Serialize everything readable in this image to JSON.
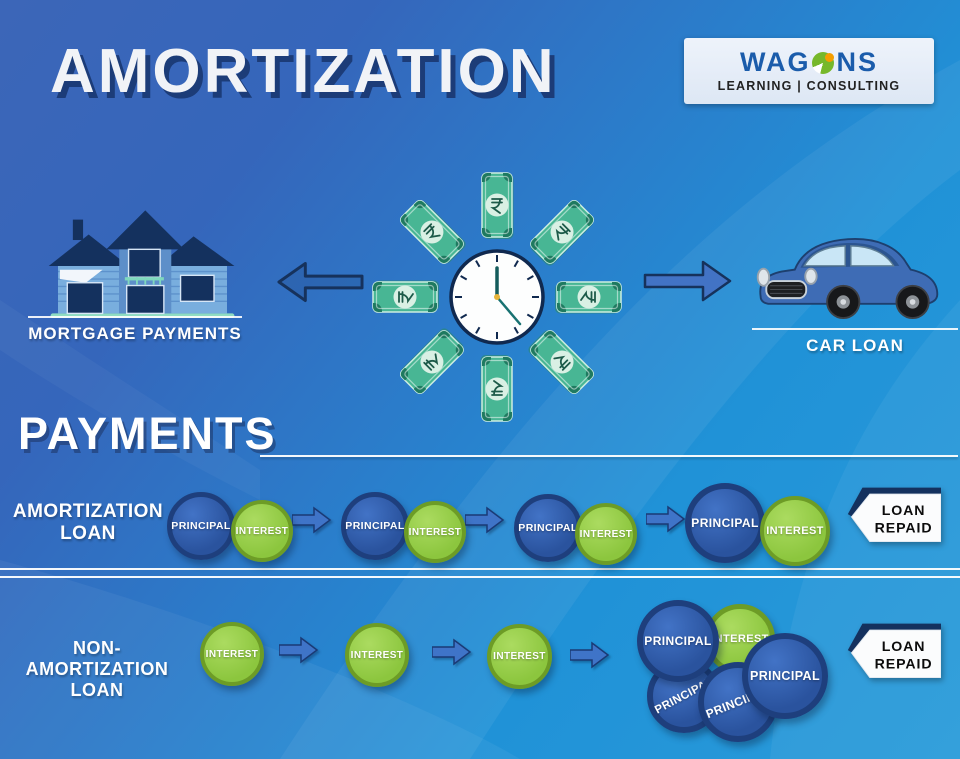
{
  "header": {
    "title": "AMORTIZATION"
  },
  "logo": {
    "brand_part1": "WAG",
    "brand_part2": "NS",
    "tagline": "LEARNING | CONSULTING"
  },
  "flow": {
    "mortgage_label": "MORTGAGE PAYMENTS",
    "car_label": "CAR LOAN"
  },
  "payments": {
    "heading": "PAYMENTS",
    "rows": [
      {
        "label_line1": "AMORTIZATION",
        "label_line2": "LOAN"
      },
      {
        "label_line1": "NON-AMORTIZATION",
        "label_line2": "LOAN"
      }
    ],
    "principal_label": "PRINCIPAL",
    "interest_label": "INTEREST",
    "loan_repaid_line1": "LOAN",
    "loan_repaid_line2": "REPAID"
  },
  "colors": {
    "bg_top_left": "#3c66b8",
    "bg_bottom_right": "#2a9bda",
    "navy": "#16325c",
    "principal_fill": "#2e5aa8",
    "principal_ring": "#1e3f7d",
    "interest_fill": "#8cc63e",
    "interest_ring": "#6d9c26",
    "money_green": "#48b694",
    "arrow_blue": "#3f74c8",
    "logo_blue": "#1b5cab",
    "logo_green": "#76b82a",
    "logo_orange": "#f59e00"
  }
}
